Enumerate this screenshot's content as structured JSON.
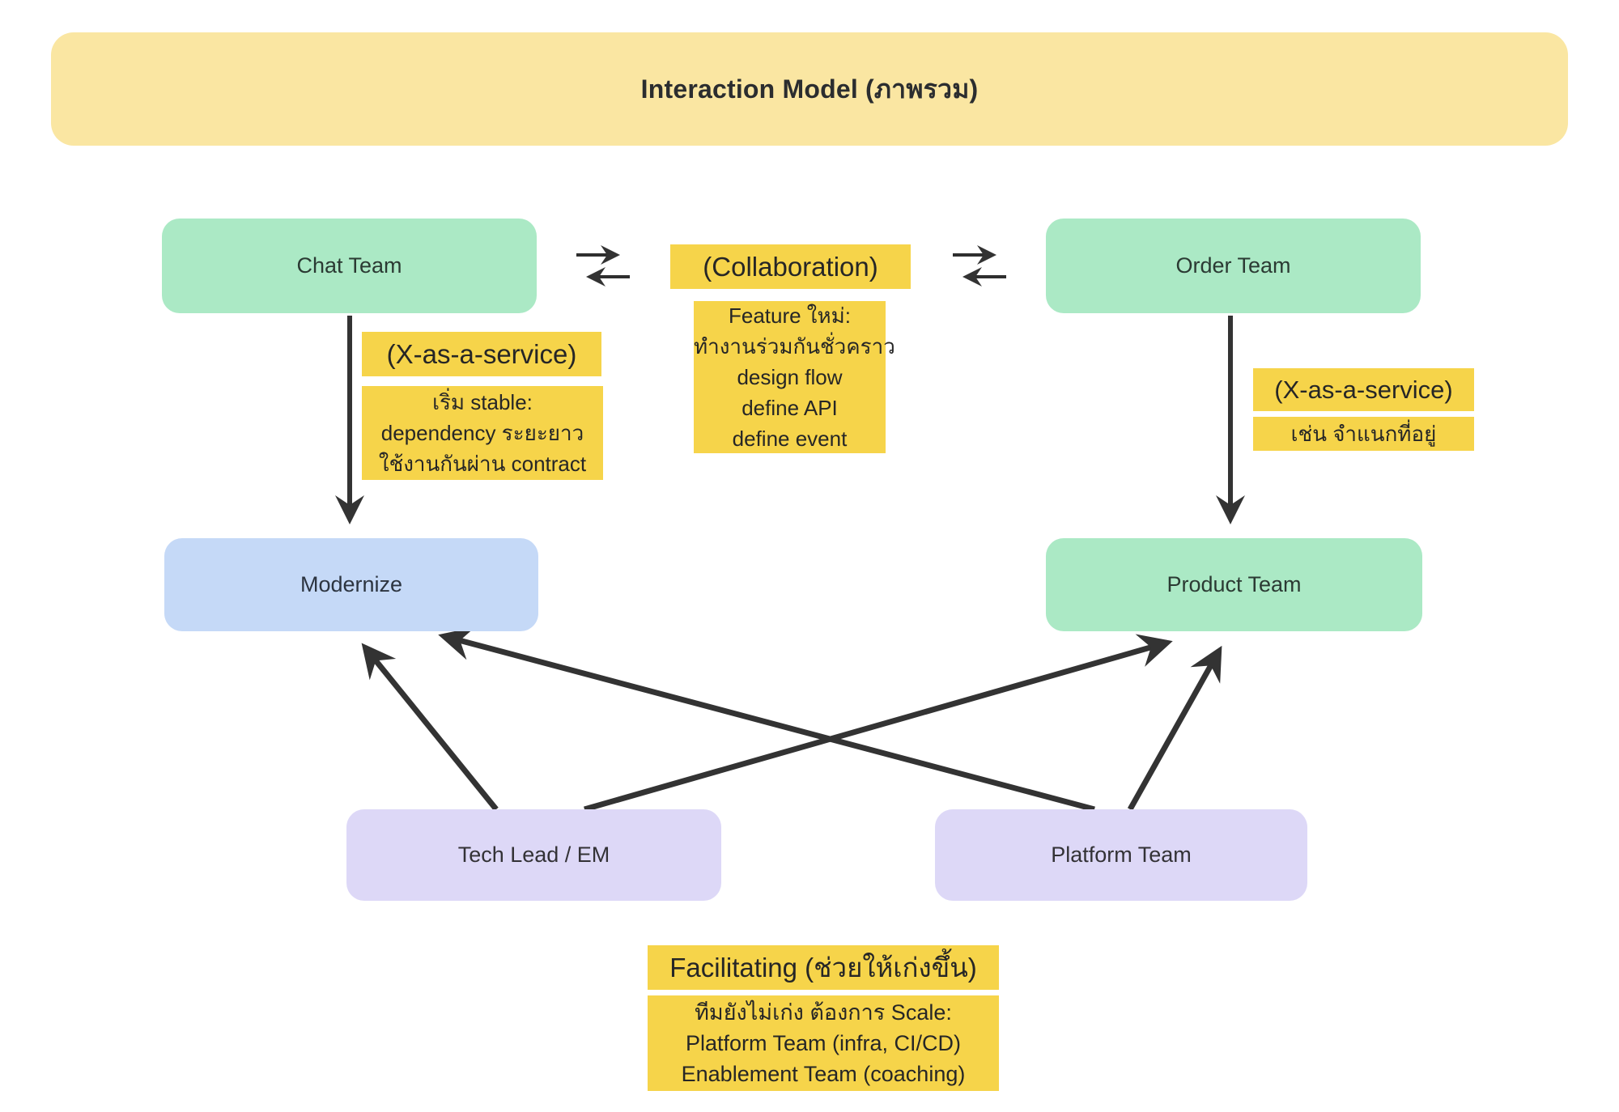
{
  "header": {
    "title": "Interaction Model (ภาพรวม)"
  },
  "colors": {
    "banner": "#fae6a2",
    "label_yellow": "#f6d44a",
    "node_green": "#abe9c5",
    "node_blue": "#c5d9f7",
    "node_purple": "#ddd8f7",
    "arrow": "#333333"
  },
  "nodes": {
    "chat_team": {
      "label": "Chat Team"
    },
    "order_team": {
      "label": "Order Team"
    },
    "modernize": {
      "label": "Modernize"
    },
    "product_team": {
      "label": "Product Team"
    },
    "tech_lead": {
      "label": "Tech Lead / EM"
    },
    "platform_team": {
      "label": "Platform Team"
    }
  },
  "labels": {
    "xaas_left": {
      "title": "(X-as-a-service)",
      "lines": [
        "เริ่ม stable:",
        "dependency ระยะยาว",
        "ใช้งานกันผ่าน contract"
      ]
    },
    "collaboration": {
      "title": "(Collaboration)",
      "lines": [
        "Feature ใหม่:",
        "ทำงานร่วมกันชั่วคราว",
        "design flow",
        "define API",
        "define event"
      ]
    },
    "xaas_right": {
      "title": "(X-as-a-service)",
      "lines": [
        "เช่น จำแนกที่อยู่"
      ]
    },
    "facilitating": {
      "title": "Facilitating (ช่วยให้เก่งขึ้น)",
      "lines": [
        "ทีมยังไม่เก่ง ต้องการ Scale:",
        "Platform Team (infra, CI/CD)",
        "Enablement Team (coaching)"
      ]
    }
  },
  "relations": [
    "Chat Team -> Modernize (X-as-a-service)",
    "Chat Team <-> Collaboration <-> Order Team",
    "Order Team -> Product Team (X-as-a-service)",
    "Tech Lead / EM -> Modernize (facilitating)",
    "Tech Lead / EM -> Product Team (facilitating)",
    "Platform Team -> Modernize (facilitating)",
    "Platform Team -> Product Team (facilitating)"
  ]
}
